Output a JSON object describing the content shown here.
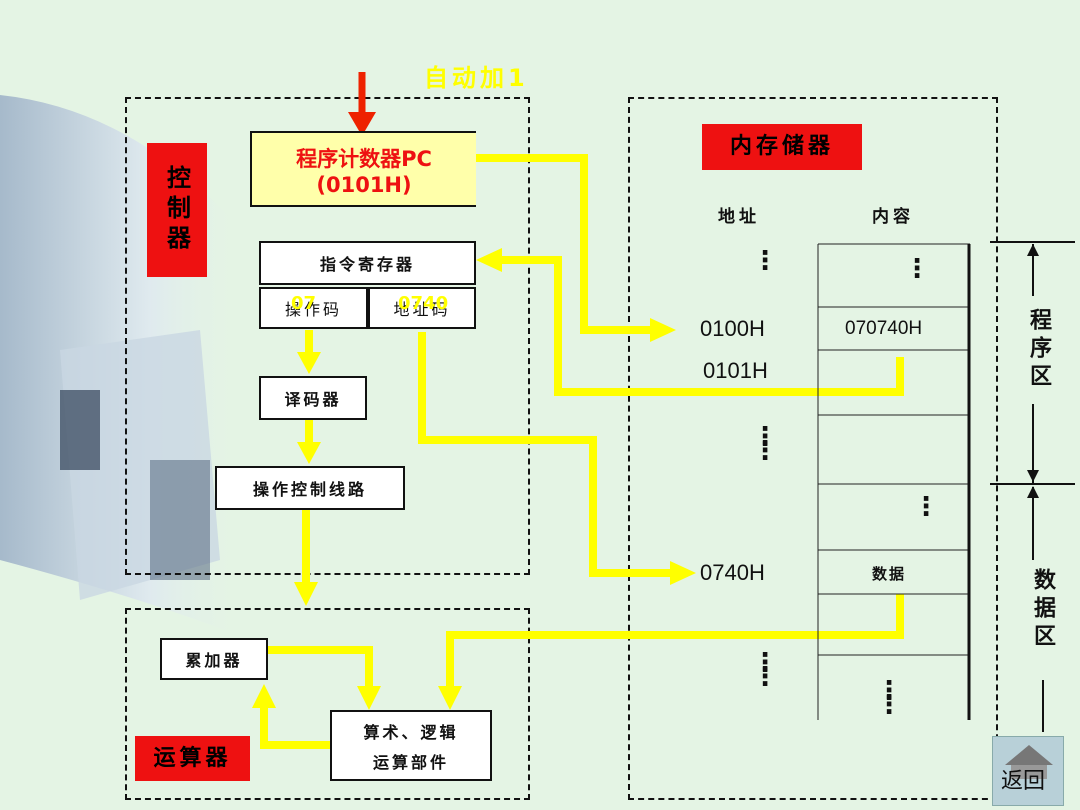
{
  "auto_increment": "自动加1",
  "controller": {
    "label": "控制器",
    "pc_title": "程序计数器PC",
    "pc_value": "(0101H)",
    "ir_title": "指令寄存器",
    "opcode_label": "操作码",
    "addr_code_label": "地址码",
    "opcode_value": "07",
    "addr_code_value": "0740",
    "decoder": "译码器",
    "control_circuit": "操作控制线路"
  },
  "alu": {
    "label": "运算器",
    "accumulator": "累加器",
    "alu_unit_line1": "算术、逻辑",
    "alu_unit_line2": "运算部件"
  },
  "memory": {
    "title": "内存储器",
    "col_address": "地址",
    "col_content": "内容",
    "addresses": [
      "0100H",
      "0101H",
      "0740H"
    ],
    "content_row1": "070740H",
    "content_data": "数据",
    "program_area": "程序区",
    "data_area": "数据区",
    "ellipsis": "⋮"
  },
  "nav": {
    "back": "返回"
  },
  "colors": {
    "flow": "#ffff00",
    "red": "#ee1111",
    "arrow_red": "#ee2200"
  }
}
